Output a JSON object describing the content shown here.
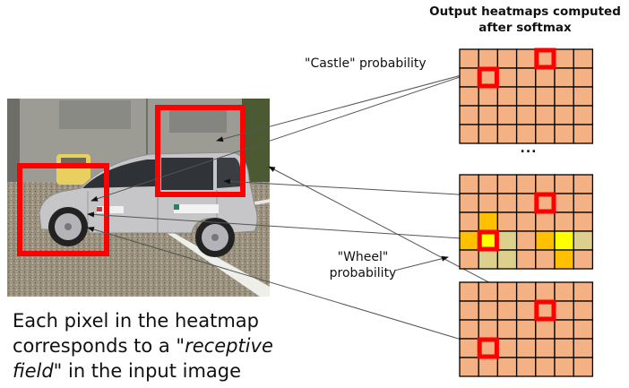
{
  "title": {
    "line1": "Output heatmaps computed",
    "line2": "after softmax"
  },
  "labels": {
    "castle": "\"Castle\" probability",
    "wheel_line1": "\"Wheel\"",
    "wheel_line2": "probability",
    "ellipsis": "..."
  },
  "caption": {
    "part1": "Each pixel in the heatmap corresponds to a \"",
    "italic": "receptive field",
    "part2": "\" in the input image"
  },
  "input_image": {
    "description": "Silver compact car parked on gravel in front of a grey building",
    "receptive_field_boxes": [
      "window-region",
      "front-wheel-region"
    ]
  },
  "colors": {
    "cell_default": "#f4b183",
    "cell_orange": "#ffc000",
    "cell_yellow": "#ffff00",
    "cell_khaki": "#dcd08c",
    "highlight": "#ff0000",
    "grid_line": "#000000",
    "arrow": "#555555"
  },
  "heatmaps": [
    {
      "name": "castle-heatmap",
      "rows": 5,
      "cols": 7,
      "cells": [
        [
          "d",
          "d",
          "d",
          "d",
          "d",
          "d",
          "d"
        ],
        [
          "d",
          "d",
          "d",
          "d",
          "d",
          "d",
          "d"
        ],
        [
          "d",
          "d",
          "d",
          "d",
          "d",
          "d",
          "d"
        ],
        [
          "d",
          "d",
          "d",
          "d",
          "d",
          "d",
          "d"
        ],
        [
          "d",
          "d",
          "d",
          "d",
          "d",
          "d",
          "d"
        ]
      ],
      "highlighted_cells": [
        [
          0,
          4
        ],
        [
          1,
          1
        ]
      ]
    },
    {
      "name": "wheel-heatmap",
      "rows": 5,
      "cols": 7,
      "cells": [
        [
          "d",
          "d",
          "d",
          "d",
          "d",
          "d",
          "d"
        ],
        [
          "d",
          "d",
          "d",
          "d",
          "d",
          "d",
          "d"
        ],
        [
          "d",
          "o",
          "d",
          "d",
          "d",
          "d",
          "d"
        ],
        [
          "o",
          "y",
          "k",
          "d",
          "o",
          "y",
          "k"
        ],
        [
          "d",
          "k",
          "k",
          "d",
          "d",
          "o",
          "d"
        ]
      ],
      "highlighted_cells": [
        [
          1,
          4
        ],
        [
          3,
          1
        ]
      ]
    },
    {
      "name": "other-heatmap",
      "rows": 5,
      "cols": 7,
      "cells": [
        [
          "d",
          "d",
          "d",
          "d",
          "d",
          "d",
          "d"
        ],
        [
          "d",
          "d",
          "d",
          "d",
          "d",
          "d",
          "d"
        ],
        [
          "d",
          "d",
          "d",
          "d",
          "d",
          "d",
          "d"
        ],
        [
          "d",
          "d",
          "d",
          "d",
          "d",
          "d",
          "d"
        ],
        [
          "d",
          "d",
          "d",
          "d",
          "d",
          "d",
          "d"
        ]
      ],
      "highlighted_cells": [
        [
          1,
          4
        ],
        [
          3,
          1
        ]
      ]
    }
  ]
}
